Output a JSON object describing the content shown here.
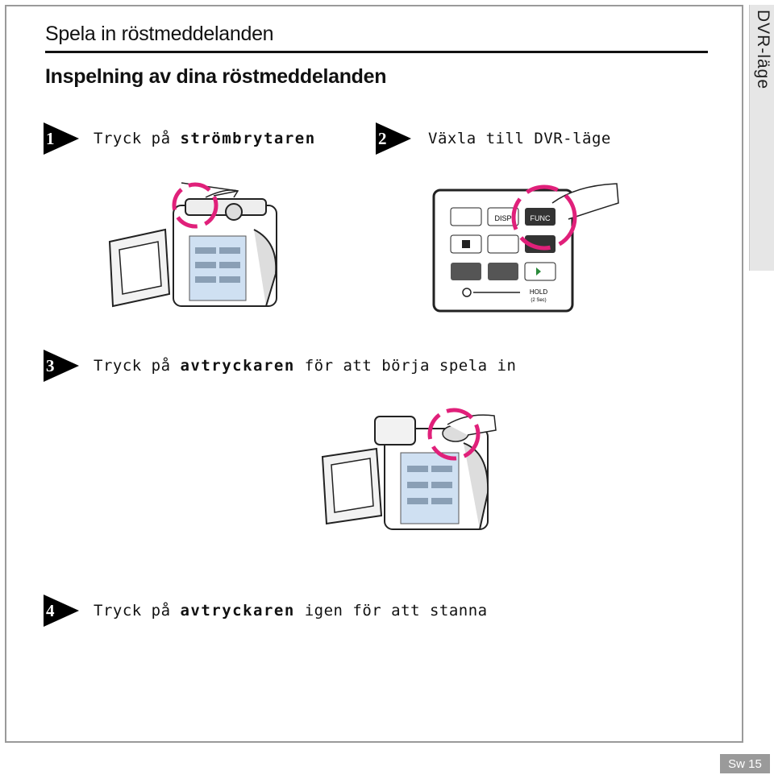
{
  "side_tab": "DVR-läge",
  "title": "Spela in röstmeddelanden",
  "subtitle": "Inspelning av dina röstmeddelanden",
  "steps": [
    {
      "number": "1",
      "text": "Tryck på ",
      "bold": "strömbrytaren",
      "after": ""
    },
    {
      "number": "2",
      "text": "Växla till DVR-läge",
      "bold": "",
      "after": ""
    },
    {
      "number": "3",
      "text": "Tryck på ",
      "bold": "avtryckaren",
      "after": " för att börja spela in"
    },
    {
      "number": "4",
      "text": "Tryck på ",
      "bold": "avtryckaren",
      "after": " igen för att stanna"
    }
  ],
  "panel": {
    "disp": "DISP",
    "func": "FUNC",
    "hold": "HOLD",
    "hold_sub": "(2 Sec)"
  },
  "page_number": "Sw 15",
  "colors": {
    "accent": "#e0207a",
    "text": "#111111",
    "tab": "#e6e6e6"
  }
}
